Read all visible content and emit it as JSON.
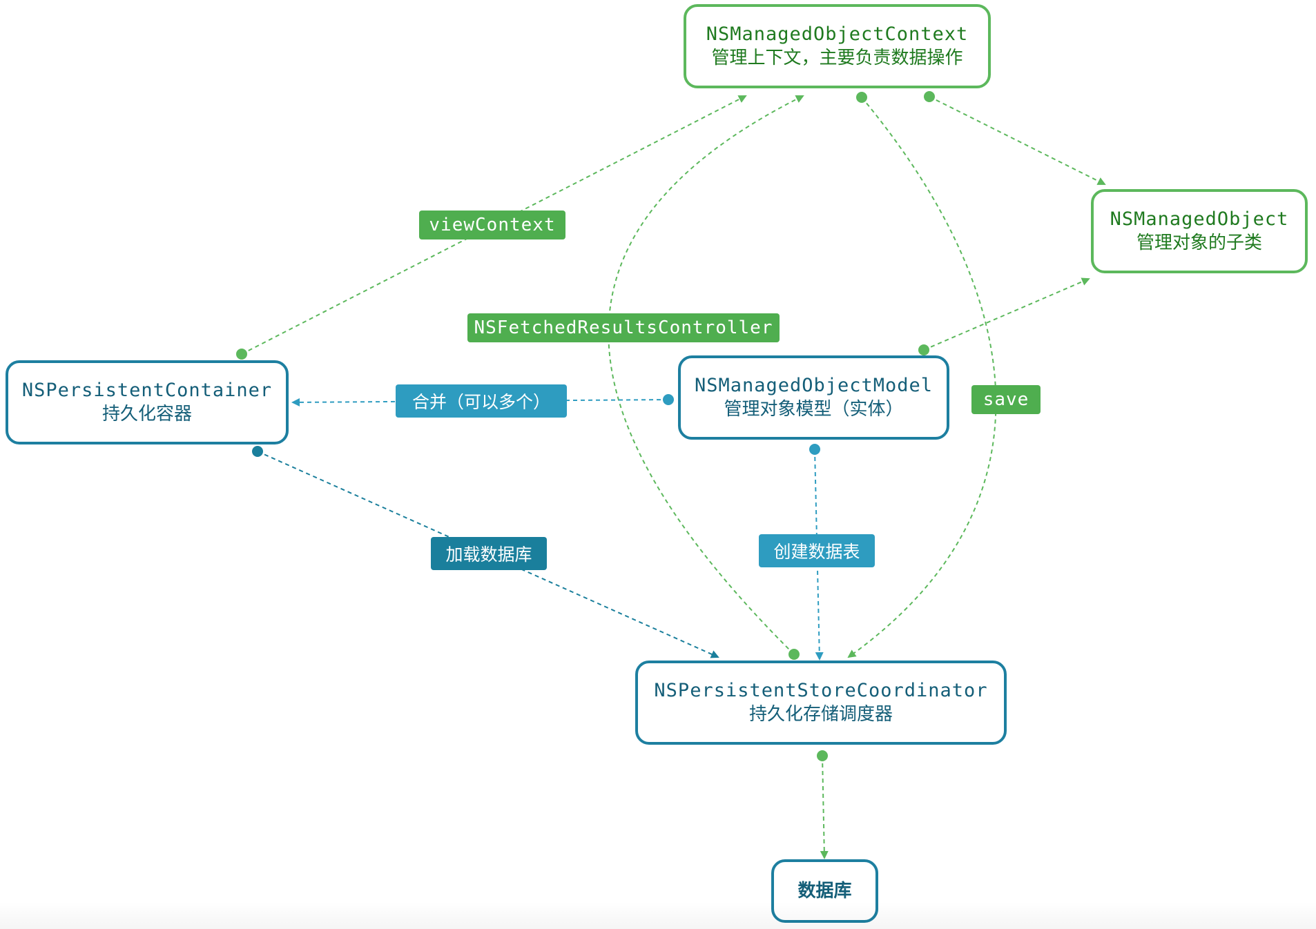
{
  "nodes": {
    "context": {
      "title": "NSManagedObjectContext",
      "subtitle": "管理上下文，主要负责数据操作"
    },
    "object": {
      "title": "NSManagedObject",
      "subtitle": "管理对象的子类"
    },
    "container": {
      "title": "NSPersistentContainer",
      "subtitle": "持久化容器"
    },
    "model": {
      "title": "NSManagedObjectModel",
      "subtitle": "管理对象模型（实体）"
    },
    "coordinator": {
      "title": "NSPersistentStoreCoordinator",
      "subtitle": "持久化存储调度器"
    },
    "database": {
      "title": "数据库"
    }
  },
  "edge_labels": {
    "view_context": "viewContext",
    "fetched_results_controller": "NSFetchedResultsController",
    "merge": "合并（可以多个）",
    "save": "save",
    "load_database": "加载数据库",
    "create_tables": "创建数据表"
  },
  "colors": {
    "green_line": "#5cb85c",
    "green_label": "#4fae4f",
    "teal_line": "#2e9cc0",
    "dark_teal_line": "#1a7f9c",
    "green_text": "#1f7a1f",
    "blue_text": "#145e78"
  }
}
